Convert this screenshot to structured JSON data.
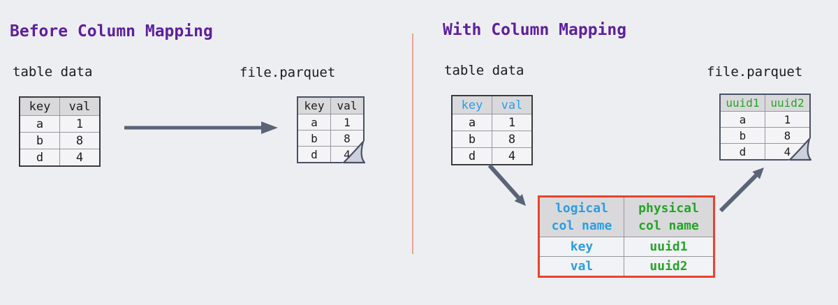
{
  "colors": {
    "background": "#edeef2",
    "title_purple": "#5e1f9e",
    "logical_blue": "#2b9de3",
    "physical_green": "#27a327",
    "mapping_border_red": "#e8432b",
    "arrow_slate": "#5b6377",
    "divider_salmon": "#e3a692",
    "table_header_bg": "#d9d9dc",
    "table_body_bg": "#f4f4f6",
    "text": "#1c1c1c"
  },
  "icons": {
    "before_arrow": "arrow-right-icon",
    "to_mapping_arrow": "arrow-down-right-icon",
    "from_mapping_arrow": "arrow-up-right-icon",
    "parquet_fold": "page-fold-icon"
  },
  "before": {
    "title": "Before Column Mapping",
    "table_label": "table data",
    "file_label": "file.parquet",
    "data_table": {
      "headers": [
        "key",
        "val"
      ],
      "rows": [
        [
          "a",
          "1"
        ],
        [
          "b",
          "8"
        ],
        [
          "d",
          "4"
        ]
      ]
    },
    "parquet_table": {
      "headers": [
        "key",
        "val"
      ],
      "rows": [
        [
          "a",
          "1"
        ],
        [
          "b",
          "8"
        ],
        [
          "d",
          "4"
        ]
      ]
    }
  },
  "with_mapping": {
    "title": "With Column Mapping",
    "table_label": "table data",
    "file_label": "file.parquet",
    "data_table": {
      "headers": [
        "key",
        "val"
      ],
      "rows": [
        [
          "a",
          "1"
        ],
        [
          "b",
          "8"
        ],
        [
          "d",
          "4"
        ]
      ]
    },
    "parquet_table": {
      "headers": [
        "uuid1",
        "uuid2"
      ],
      "rows": [
        [
          "a",
          "1"
        ],
        [
          "b",
          "8"
        ],
        [
          "d",
          "4"
        ]
      ]
    },
    "mapping_table": {
      "headers": [
        "logical\ncol name",
        "physical\ncol name"
      ],
      "rows": [
        [
          "key",
          "uuid1"
        ],
        [
          "val",
          "uuid2"
        ]
      ]
    }
  }
}
